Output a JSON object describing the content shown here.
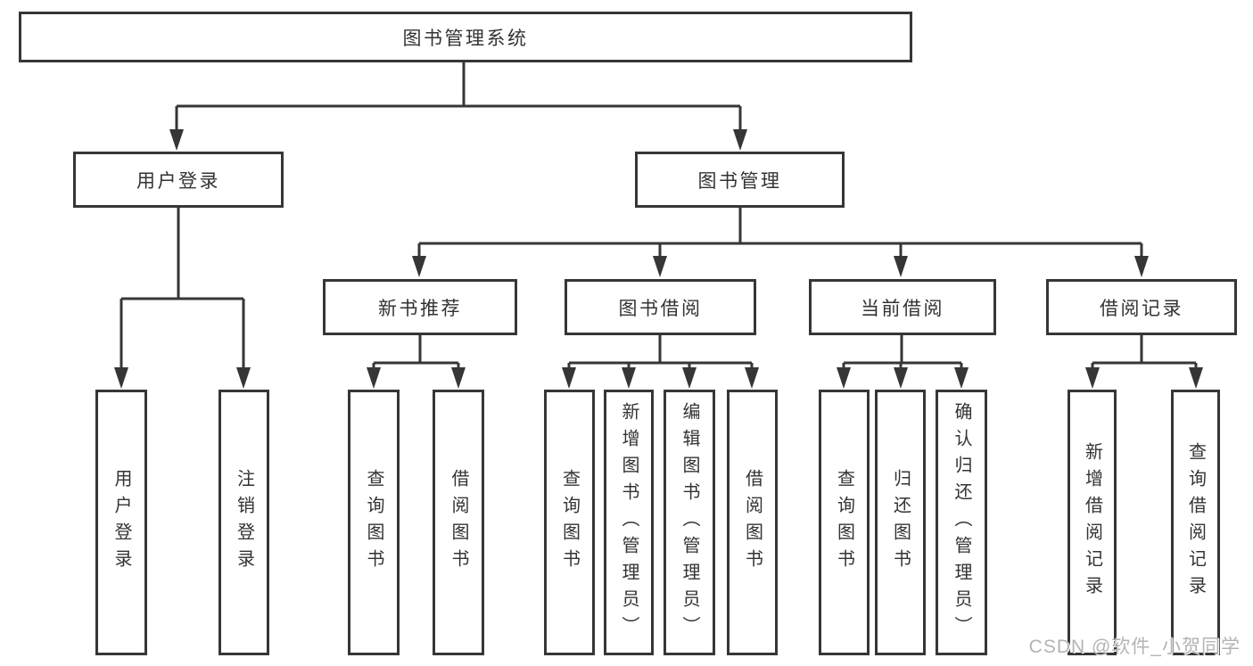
{
  "tree": {
    "label": "图书管理系统",
    "children": [
      {
        "label": "用户登录",
        "children": [
          {
            "label": "用户登录"
          },
          {
            "label": "注销登录"
          }
        ]
      },
      {
        "label": "图书管理",
        "children": [
          {
            "label": "新书推荐",
            "children": [
              {
                "label": "查询图书"
              },
              {
                "label": "借阅图书"
              }
            ]
          },
          {
            "label": "图书借阅",
            "children": [
              {
                "label": "查询图书"
              },
              {
                "label": "新增图书（管理员）"
              },
              {
                "label": "编辑图书（管理员）"
              },
              {
                "label": "借阅图书"
              }
            ]
          },
          {
            "label": "当前借阅",
            "children": [
              {
                "label": "查询图书"
              },
              {
                "label": "归还图书"
              },
              {
                "label": "确认归还（管理员）"
              }
            ]
          },
          {
            "label": "借阅记录",
            "children": [
              {
                "label": "新增借阅记录"
              },
              {
                "label": "查询借阅记录"
              }
            ]
          }
        ]
      }
    ]
  },
  "watermark": {
    "text": "CSDN @软件_小贺同学"
  },
  "colors": {
    "line": "#363636",
    "box_border": "#363636",
    "text": "#333333",
    "watermark": "#b3b3b3",
    "background": "#ffffff"
  }
}
